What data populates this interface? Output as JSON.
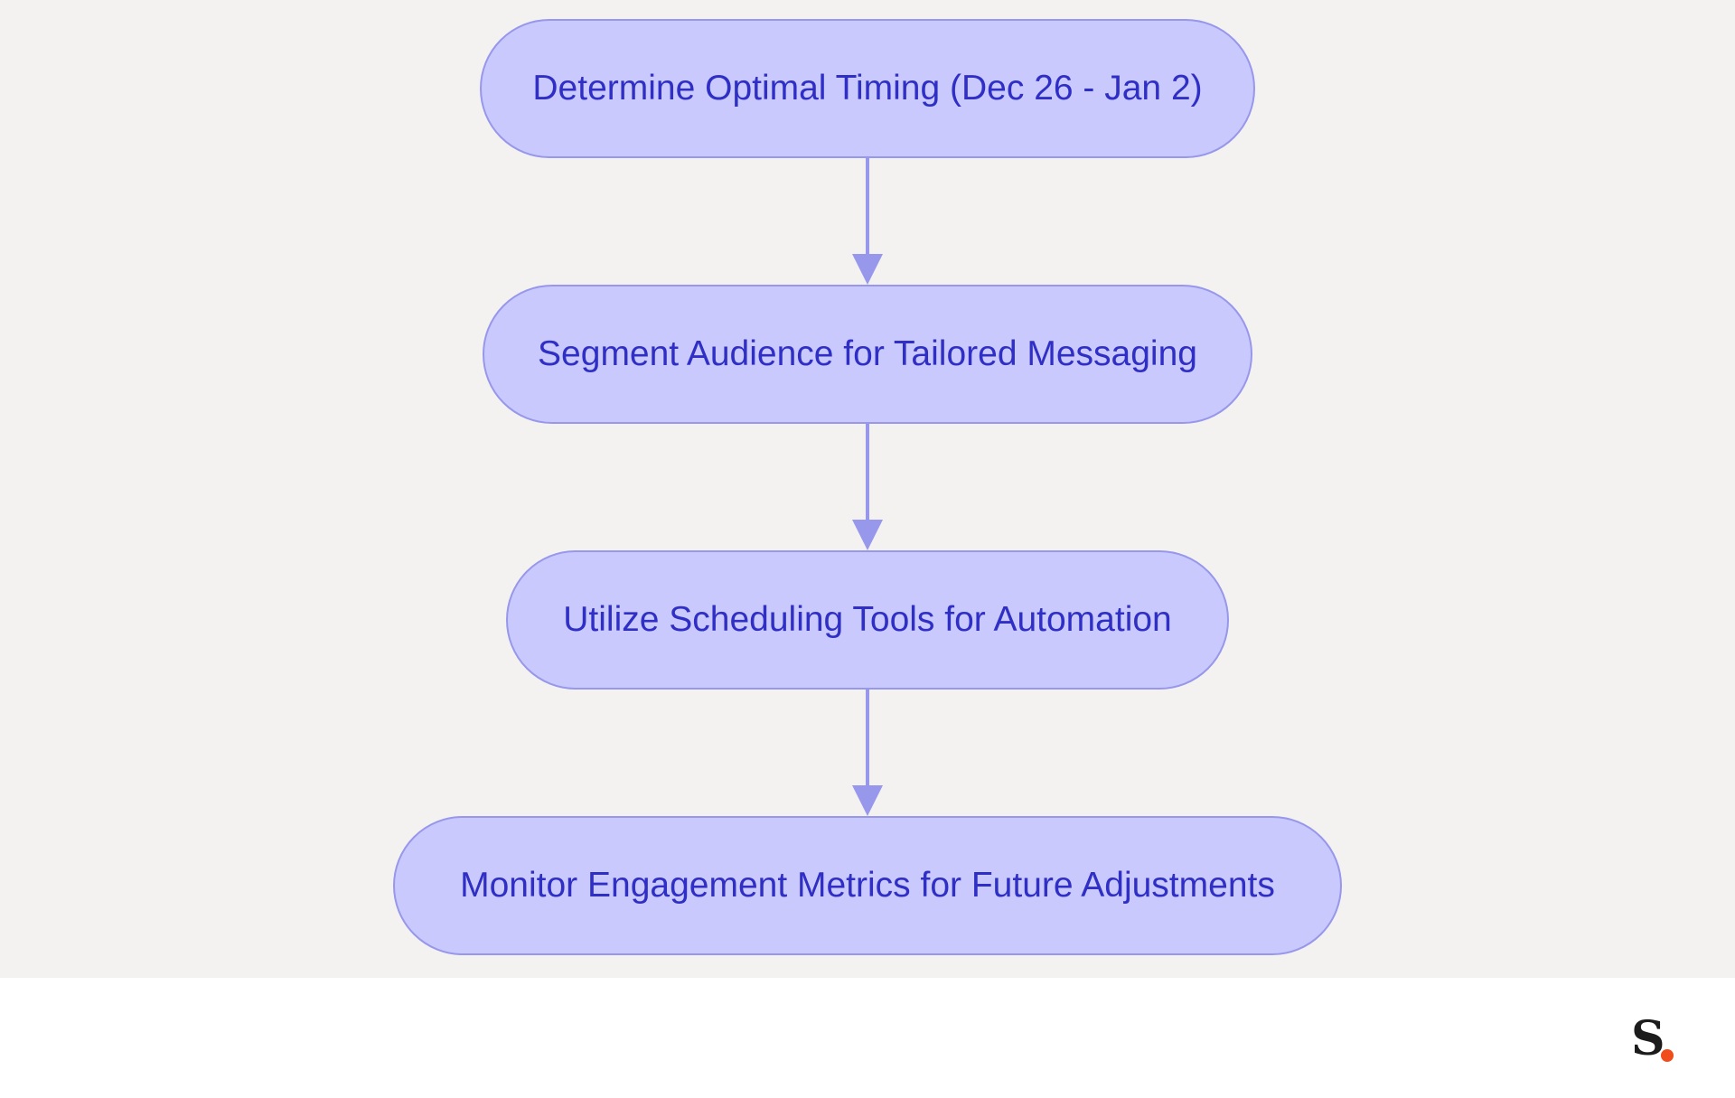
{
  "diagram": {
    "nodes": [
      {
        "id": "n1",
        "label": "Determine Optimal Timing (Dec 26 - Jan 2)"
      },
      {
        "id": "n2",
        "label": "Segment Audience for Tailored Messaging"
      },
      {
        "id": "n3",
        "label": "Utilize Scheduling Tools for Automation"
      },
      {
        "id": "n4",
        "label": "Monitor Engagement Metrics for Future Adjustments"
      }
    ],
    "edges": [
      {
        "from": "n1",
        "to": "n2"
      },
      {
        "from": "n2",
        "to": "n3"
      },
      {
        "from": "n3",
        "to": "n4"
      }
    ]
  },
  "colors": {
    "background": "#f3f2f1",
    "node_fill": "#c9c9fd",
    "node_border": "#9797ec",
    "node_text": "#2f2fc5",
    "edge": "#9797ec"
  },
  "logo": {
    "letter": "S",
    "dot_color": "#f14c1c"
  }
}
